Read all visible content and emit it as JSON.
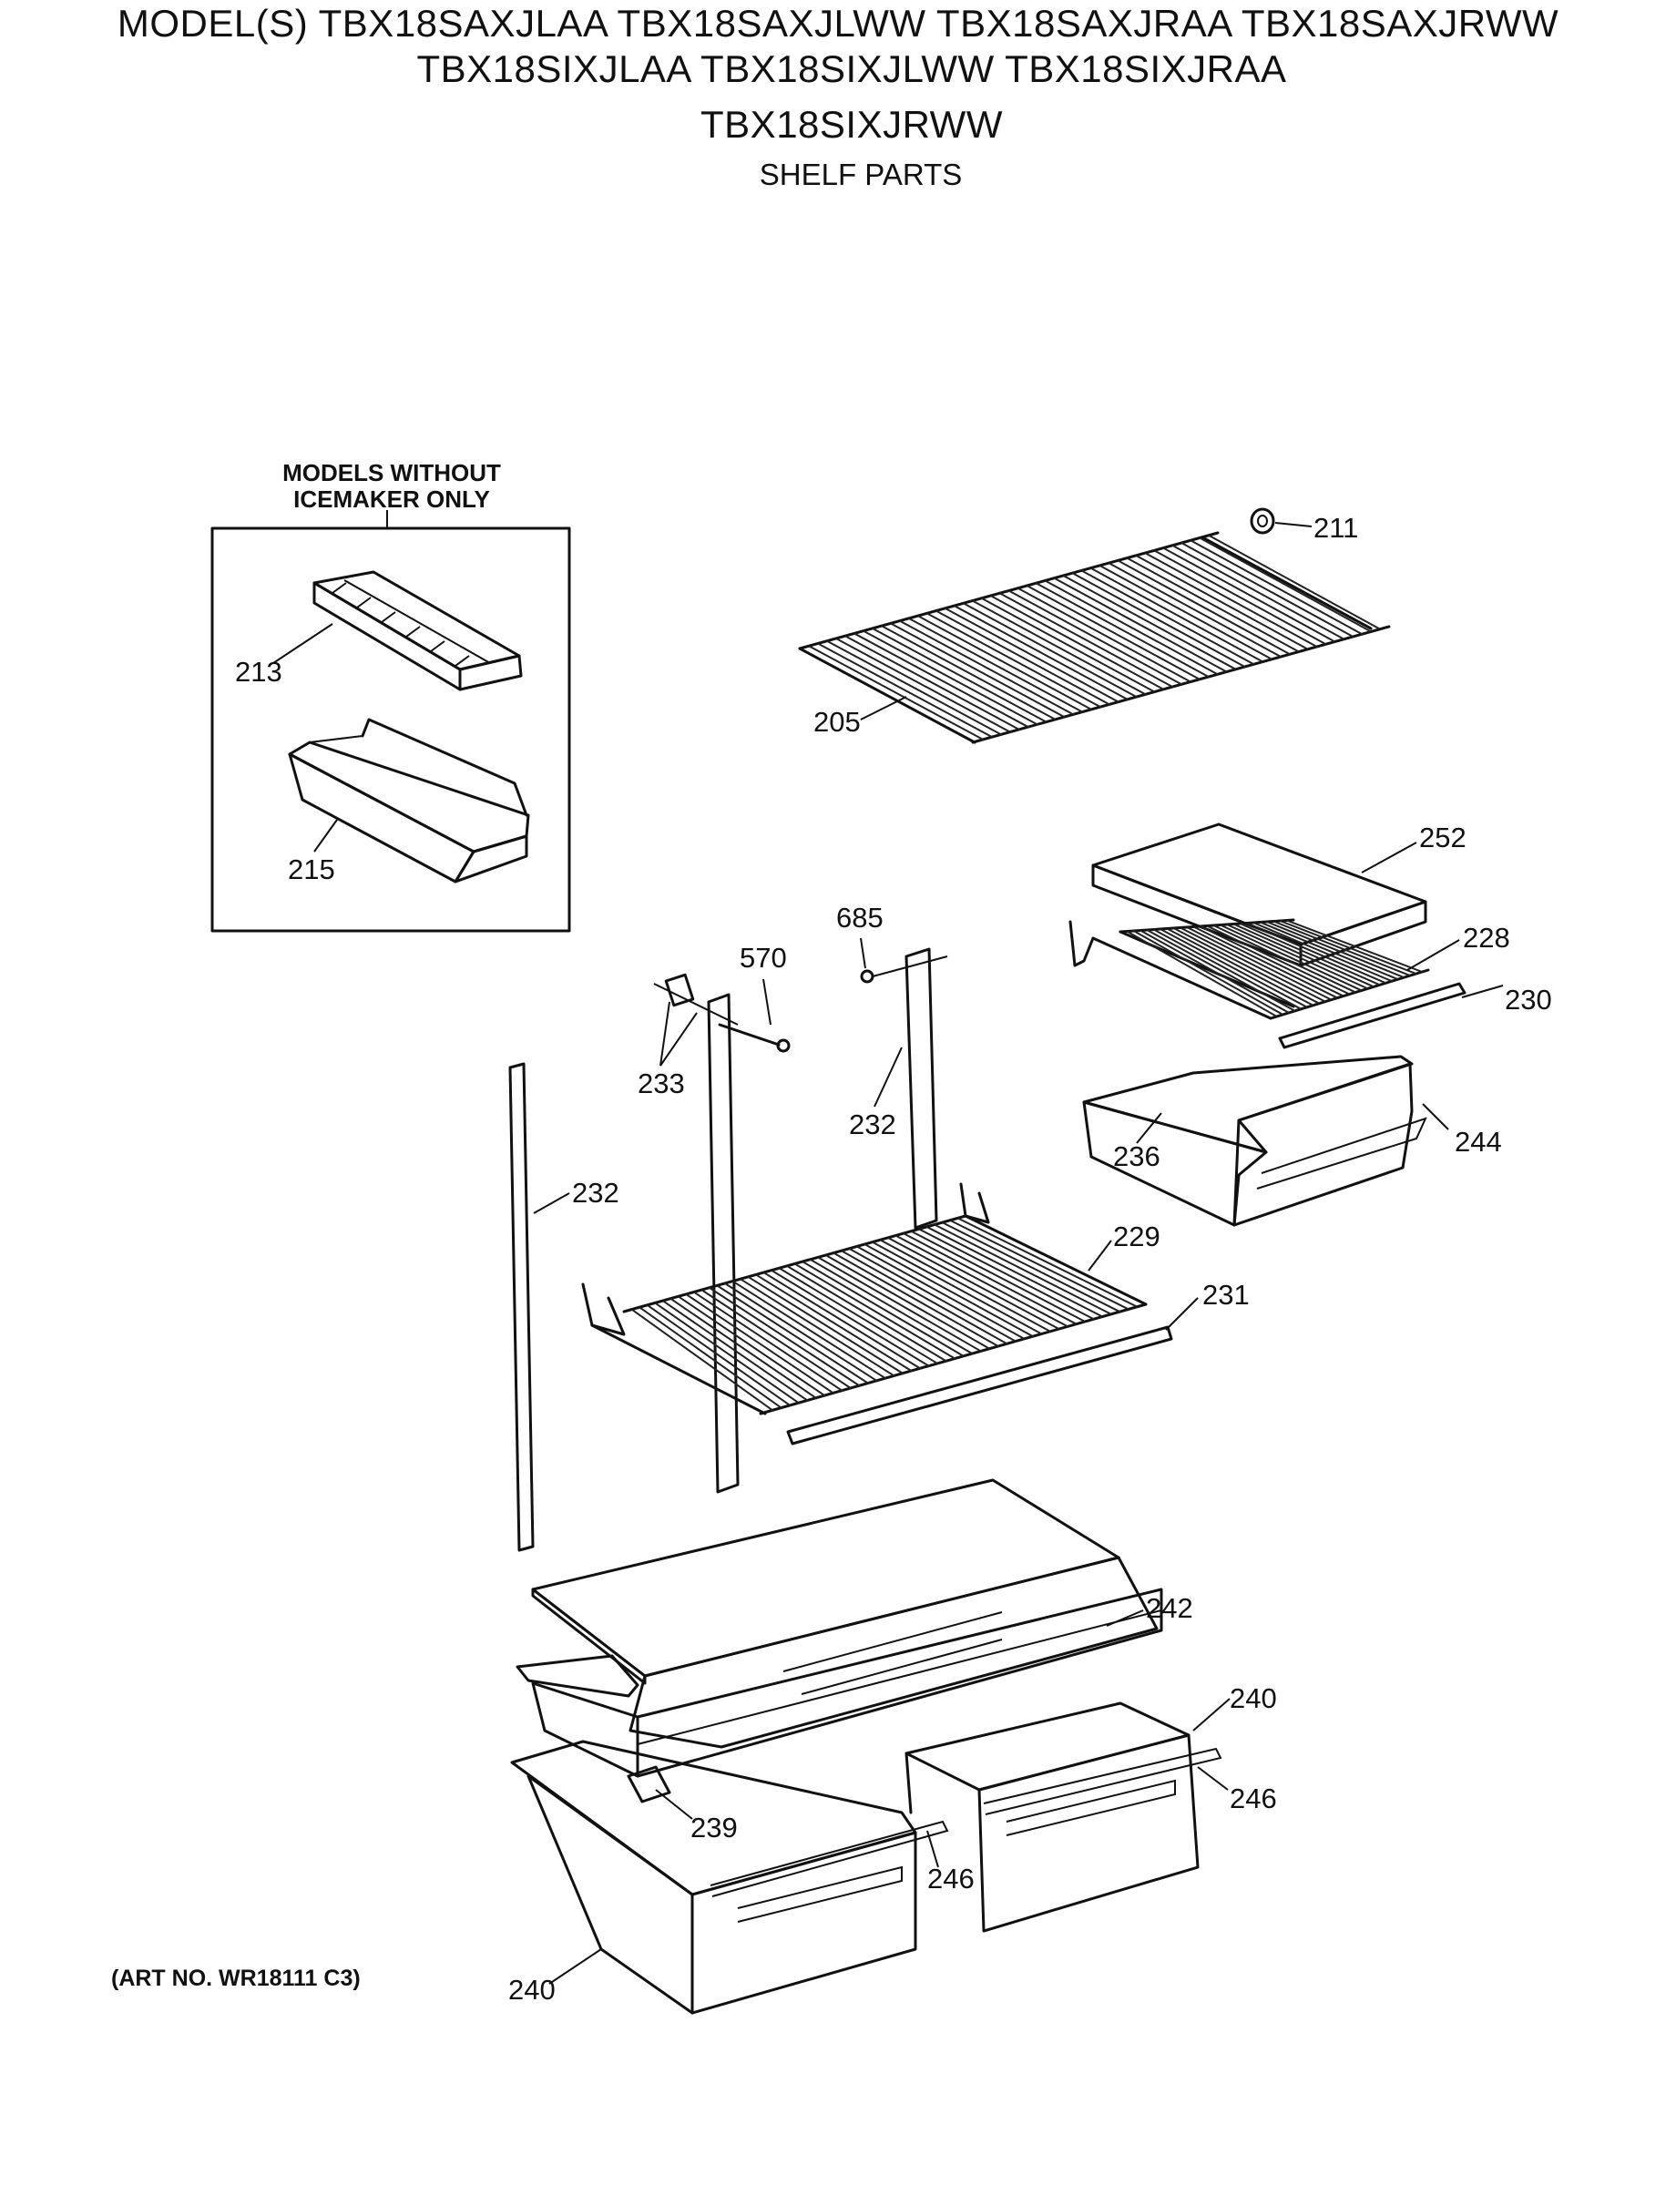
{
  "header": {
    "models_line1": "MODEL(S) TBX18SAXJLAA  TBX18SAXJLWW  TBX18SAXJRAA  TBX18SAXJRWW",
    "models_line2": "TBX18SIXJLAA  TBX18SIXJLWW  TBX18SIXJRAA",
    "models_line3": "TBX18SIXJRWW",
    "section_title": "SHELF PARTS"
  },
  "inset_box": {
    "label_line1": "MODELS WITHOUT",
    "label_line2": "ICEMAKER ONLY"
  },
  "callouts": {
    "p211": "211",
    "p205": "205",
    "p213": "213",
    "p215": "215",
    "p252": "252",
    "p228": "228",
    "p230": "230",
    "p236": "236",
    "p244": "244",
    "p685": "685",
    "p570": "570",
    "p233": "233",
    "p232a": "232",
    "p232b": "232",
    "p229": "229",
    "p231": "231",
    "p242": "242",
    "p240a": "240",
    "p246a": "246",
    "p239": "239",
    "p246b": "246",
    "p240b": "240"
  },
  "footer": {
    "art_no": "(ART NO. WR18111 C3)"
  }
}
